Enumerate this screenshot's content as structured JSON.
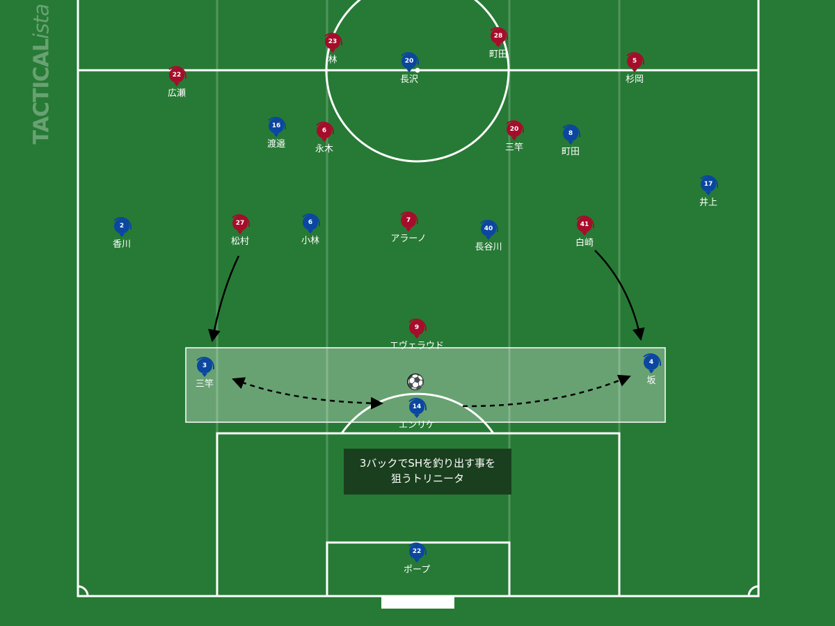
{
  "watermark": {
    "bold": "TACTICAL",
    "italic": "ista"
  },
  "colors": {
    "pitch": "#277a35",
    "team_red": "#a50d2a",
    "team_blue": "#0b46a0",
    "highlight": "rgba(255,255,255,0.3)"
  },
  "caption": {
    "line1": "3バックでSHを釣り出す事を",
    "line2": "狙うトリニータ"
  },
  "ball_icon": "soccer-ball-icon",
  "players": [
    {
      "team": "red",
      "number": "23",
      "name": "林"
    },
    {
      "team": "blue",
      "number": "20",
      "name": "長沢"
    },
    {
      "team": "red",
      "number": "28",
      "name": "町田"
    },
    {
      "team": "red",
      "number": "22",
      "name": "広瀬"
    },
    {
      "team": "red",
      "number": "5",
      "name": "杉岡"
    },
    {
      "team": "blue",
      "number": "16",
      "name": "渡邉"
    },
    {
      "team": "red",
      "number": "6",
      "name": "永木"
    },
    {
      "team": "red",
      "number": "20",
      "name": "三竿"
    },
    {
      "team": "blue",
      "number": "8",
      "name": "町田"
    },
    {
      "team": "blue",
      "number": "17",
      "name": "井上"
    },
    {
      "team": "blue",
      "number": "2",
      "name": "香川"
    },
    {
      "team": "red",
      "number": "27",
      "name": "松村"
    },
    {
      "team": "blue",
      "number": "6",
      "name": "小林"
    },
    {
      "team": "red",
      "number": "7",
      "name": "アラーノ"
    },
    {
      "team": "blue",
      "number": "40",
      "name": "長谷川"
    },
    {
      "team": "red",
      "number": "41",
      "name": "白崎"
    },
    {
      "team": "red",
      "number": "9",
      "name": "エヴェラウド"
    },
    {
      "team": "blue",
      "number": "3",
      "name": "三竿"
    },
    {
      "team": "blue",
      "number": "14",
      "name": "エンリケ"
    },
    {
      "team": "blue",
      "number": "4",
      "name": "坂"
    },
    {
      "team": "blue",
      "number": "22",
      "name": "ポープ"
    }
  ]
}
